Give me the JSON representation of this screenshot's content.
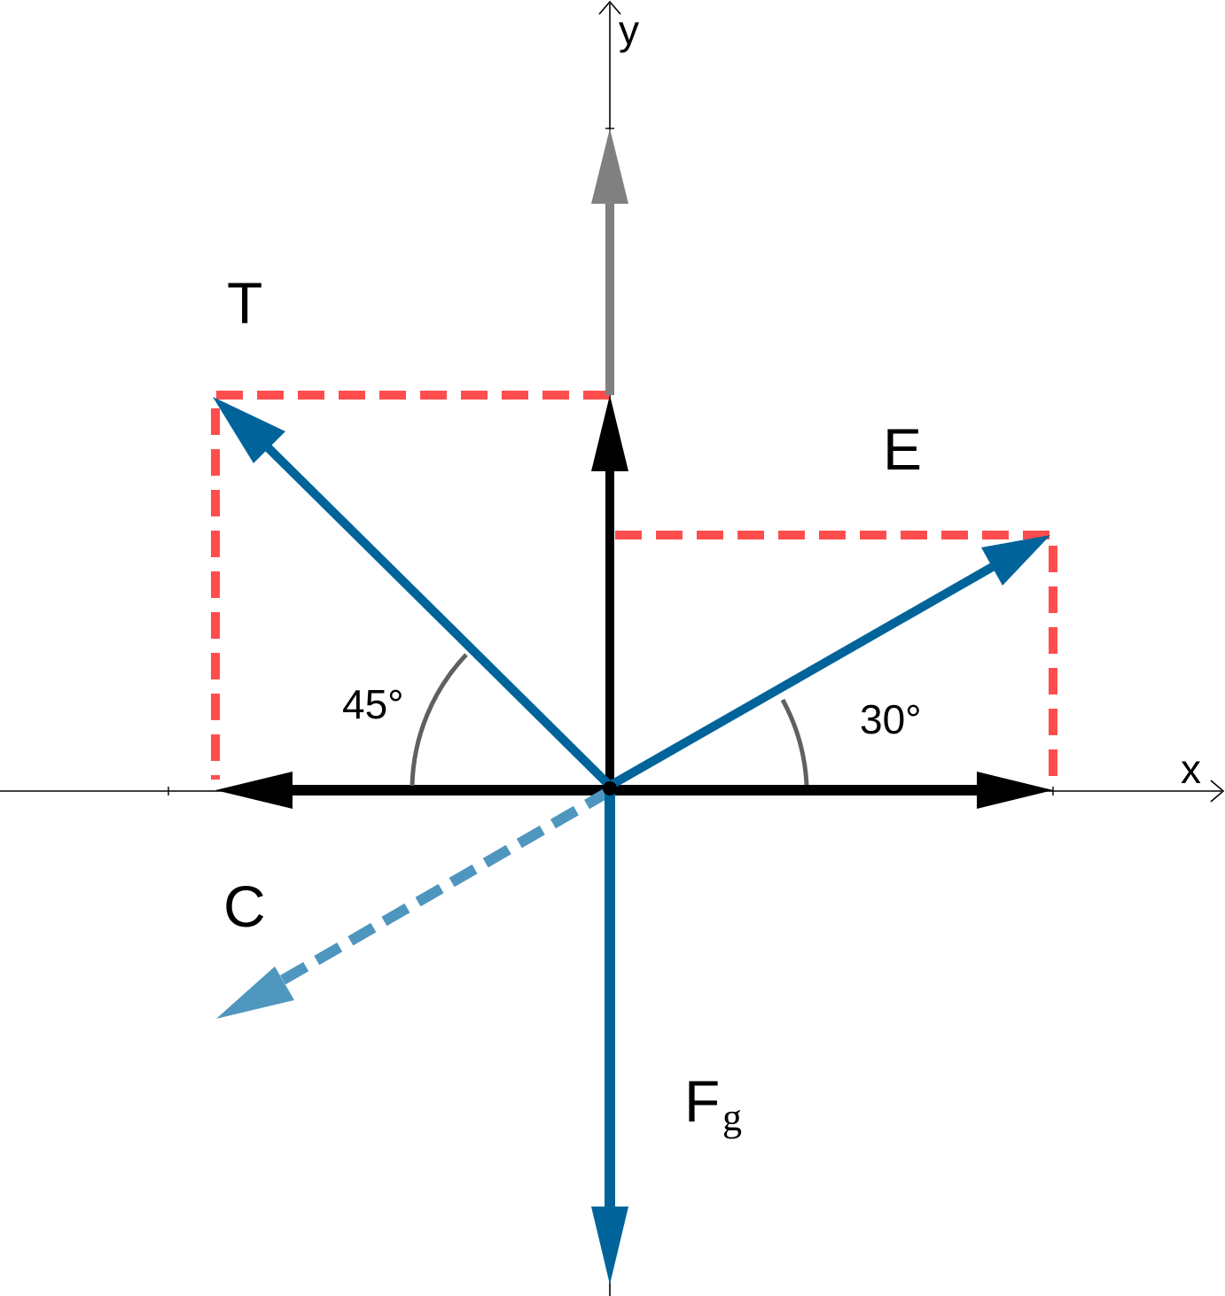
{
  "axes": {
    "x_label": "x",
    "y_label": "y"
  },
  "vectors": {
    "T": {
      "label": "T",
      "angle_deg": 135
    },
    "E": {
      "label": "E",
      "angle_deg": 30
    },
    "C": {
      "label": "C",
      "style": "dashed"
    },
    "Fg": {
      "label": "F",
      "subscript": "g",
      "angle_deg": 270
    }
  },
  "angles": {
    "t_angle": "45°",
    "e_angle": "30°"
  },
  "colors": {
    "force_vector": "#00649a",
    "c_vector": "#4f96bf",
    "component_vector": "#000000",
    "resultant_vertical": "#808080",
    "dashed_guide": "#ff4d4d",
    "angle_arc": "#606060",
    "axis": "#000000"
  }
}
